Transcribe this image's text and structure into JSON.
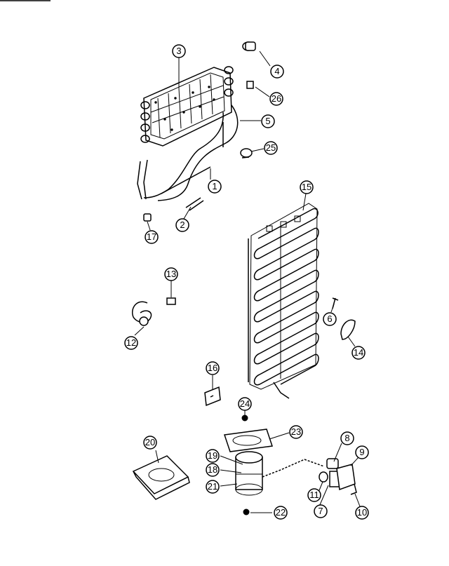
{
  "header": {
    "top_text": ""
  },
  "callouts": [
    {
      "id": "1",
      "label": "1"
    },
    {
      "id": "2",
      "label": "2"
    },
    {
      "id": "3",
      "label": "3"
    },
    {
      "id": "4",
      "label": "4"
    },
    {
      "id": "5",
      "label": "5"
    },
    {
      "id": "6",
      "label": "6"
    },
    {
      "id": "7",
      "label": "7"
    },
    {
      "id": "8",
      "label": "8"
    },
    {
      "id": "9",
      "label": "9"
    },
    {
      "id": "10",
      "label": "10"
    },
    {
      "id": "11",
      "label": "11"
    },
    {
      "id": "12",
      "label": "12"
    },
    {
      "id": "13",
      "label": "13"
    },
    {
      "id": "14",
      "label": "14"
    },
    {
      "id": "15",
      "label": "15"
    },
    {
      "id": "16",
      "label": "16"
    },
    {
      "id": "17",
      "label": "17"
    },
    {
      "id": "18",
      "label": "18"
    },
    {
      "id": "19",
      "label": "19"
    },
    {
      "id": "20",
      "label": "20"
    },
    {
      "id": "21",
      "label": "21"
    },
    {
      "id": "22",
      "label": "22"
    },
    {
      "id": "23",
      "label": "23"
    },
    {
      "id": "24",
      "label": "24"
    },
    {
      "id": "25",
      "label": "25"
    },
    {
      "id": "26",
      "label": "26"
    }
  ]
}
